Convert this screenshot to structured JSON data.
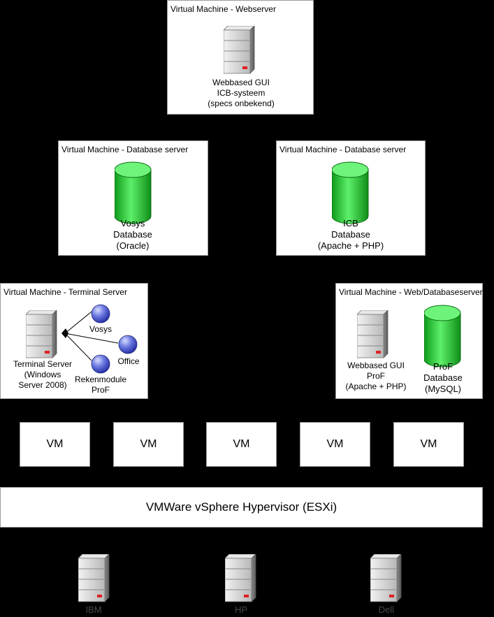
{
  "webserver": {
    "title": "Virtual Machine - Webserver",
    "lines": [
      "Webbased GUI",
      "ICB-systeem",
      "(specs onbekend)"
    ]
  },
  "db_left": {
    "title": "Virtual Machine - Database server",
    "lines": [
      "Vosys",
      "Database",
      "(Oracle)"
    ]
  },
  "db_right": {
    "title": "Virtual Machine - Database server",
    "lines": [
      "ICB",
      "Database",
      "(Apache + PHP)"
    ]
  },
  "terminal": {
    "title": "Virtual Machine - Terminal Server",
    "server_lines": [
      "Terminal Server",
      "(Windows",
      "Server 2008)"
    ],
    "apps": [
      "Vosys",
      "Office",
      "Rekenmodule\nProF"
    ]
  },
  "webdb": {
    "title": "Virtual Machine - Web/Databaseserver",
    "server_lines": [
      "Webbased GUI",
      "ProF",
      "(Apache + PHP)"
    ],
    "db_lines": [
      "ProF",
      "Database",
      "(MySQL)"
    ]
  },
  "vms": [
    "VM",
    "VM",
    "VM",
    "VM",
    "VM"
  ],
  "hypervisor": "VMWare vSphere Hypervisor (ESXi)",
  "hardware": [
    "IBM",
    "HP",
    "Dell"
  ],
  "colors": {
    "background": "#000000",
    "database": "#22cc33",
    "app_node": "#4455cc",
    "server": "#cfcfcf",
    "led": "#e02020"
  }
}
